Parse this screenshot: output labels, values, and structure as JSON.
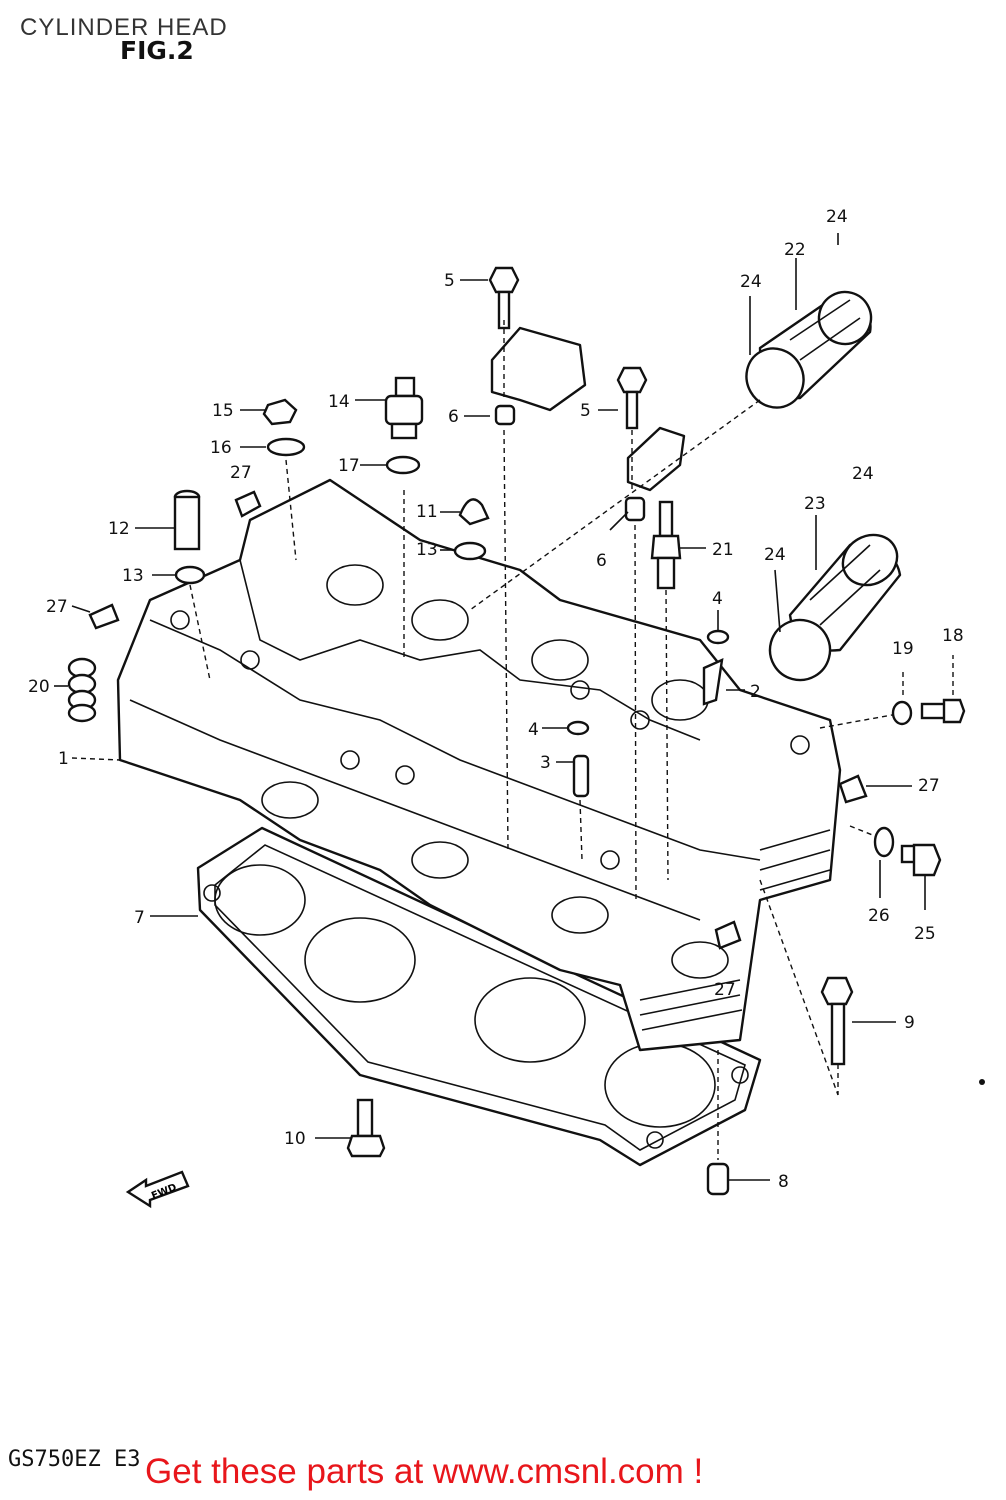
{
  "header": {
    "title": "CYLINDER  HEAD",
    "fig": "FIG.2"
  },
  "footer": {
    "model_code": "GS750EZ E3",
    "cta": "Get these parts at www.cmsnl.com !",
    "fwd_mark": "FWD"
  },
  "callouts": {
    "c1": "1",
    "c2": "2",
    "c3": "3",
    "c4a": "4",
    "c4b": "4",
    "c5a": "5",
    "c5b": "5",
    "c6a": "6",
    "c6b": "6",
    "c7": "7",
    "c8": "8",
    "c9": "9",
    "c10": "10",
    "c11": "11",
    "c12": "12",
    "c13a": "13",
    "c13b": "13",
    "c14": "14",
    "c15": "15",
    "c16": "16",
    "c17": "17",
    "c18": "18",
    "c19": "19",
    "c20": "20",
    "c21": "21",
    "c22": "22",
    "c23": "23",
    "c24a": "24",
    "c24b": "24",
    "c24c": "24",
    "c24d": "24",
    "c25": "25",
    "c26": "26",
    "c27a": "27",
    "c27b": "27",
    "c27c": "27",
    "c27d": "27"
  }
}
